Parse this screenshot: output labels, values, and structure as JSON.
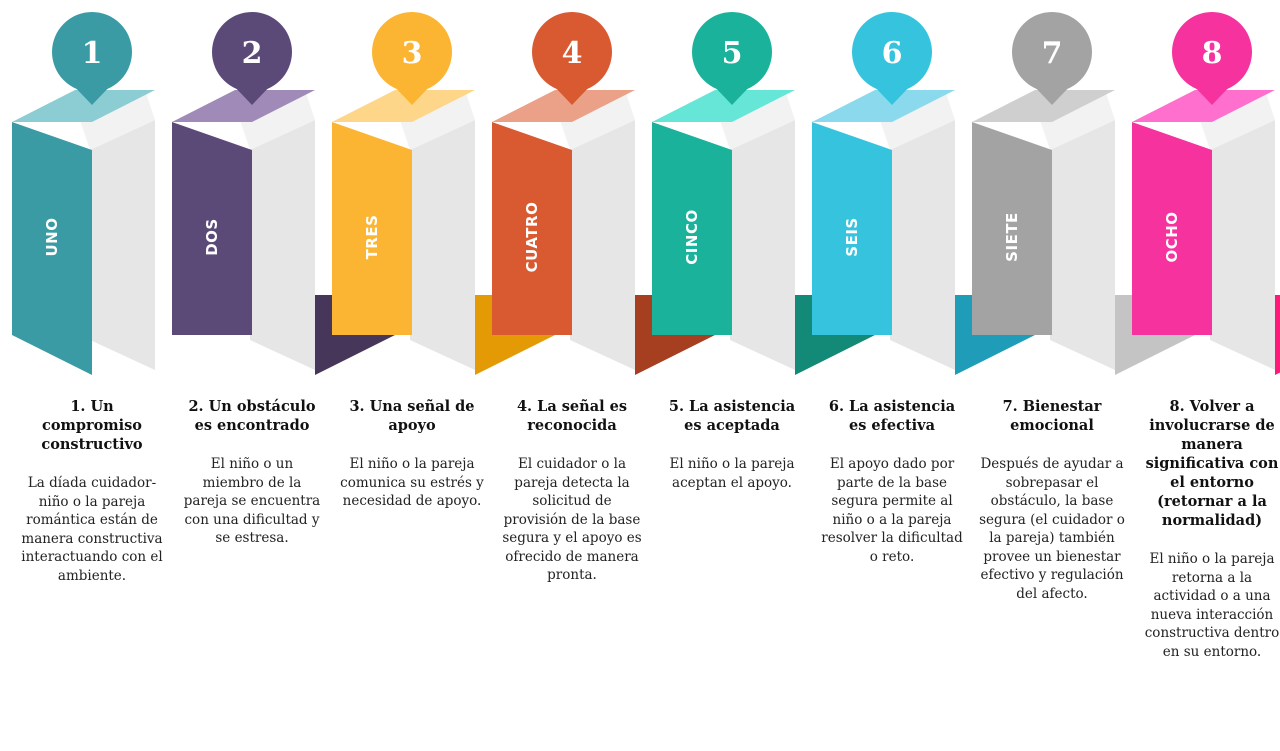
{
  "steps": [
    {
      "number": "1",
      "word": "UNO",
      "title": "1. Un compromiso constructivo",
      "body": "La díada cuidador-niño o la pareja romántica están de manera constructiva interactuando con el ambiente.",
      "colors": {
        "main": "#3a9ba4",
        "top": "#8ccdd4",
        "bottom": "#3a9ba4",
        "pin": "#3a9ba4"
      }
    },
    {
      "number": "2",
      "word": "DOS",
      "title": "2. Un obstáculo es encontrado",
      "body": "El niño o un miembro de la pareja se encuentra con una dificultad y se estresa.",
      "colors": {
        "main": "#5b4a78",
        "top": "#a08ab8",
        "bottom": "#463659",
        "pin": "#5b4a78"
      }
    },
    {
      "number": "3",
      "word": "TRES",
      "title": "3. Una señal de apoyo",
      "body": "El niño o la pareja comunica su estrés y necesidad de apoyo.",
      "colors": {
        "main": "#fbb532",
        "top": "#fdd68a",
        "bottom": "#e49a05",
        "pin": "#fbb532"
      }
    },
    {
      "number": "4",
      "word": "CUATRO",
      "title": "4. La señal es reconocida",
      "body": "El cuidador o la pareja detecta la solicitud de provisión de la base segura y el apoyo es ofrecido de manera pronta.",
      "colors": {
        "main": "#d95a30",
        "top": "#eba088",
        "bottom": "#a63f1f",
        "pin": "#d95a30"
      }
    },
    {
      "number": "5",
      "word": "CINCO",
      "title": "5. La asistencia es aceptada",
      "body": "El niño o la pareja aceptan el apoyo.",
      "colors": {
        "main": "#1ab29a",
        "top": "#66e6d6",
        "bottom": "#128a77",
        "pin": "#1ab29a"
      }
    },
    {
      "number": "6",
      "word": "SEIS",
      "title": "6. La asistencia es efectiva",
      "body": "El apoyo dado por parte de la base segura permite al niño o a la pareja resolver la dificultad o reto.",
      "colors": {
        "main": "#35c3de",
        "top": "#8ad9ec",
        "bottom": "#1f9cb8",
        "pin": "#35c3de"
      }
    },
    {
      "number": "7",
      "word": "SIETE",
      "title": "7. Bienestar emocional",
      "body": "Después de ayudar a sobrepasar el obstáculo, la base segura (el cuidador o la pareja) también provee un bienestar efectivo y regulación del afecto.",
      "colors": {
        "main": "#a3a3a3",
        "top": "#cfcfcf",
        "bottom": "#c4c4c4",
        "pin": "#a3a3a3"
      }
    },
    {
      "number": "8",
      "word": "OCHO",
      "title": "8. Volver a involucrarse de manera significativa con el entorno (retornar a la normalidad)",
      "body": "El niño o la pareja retorna a la actividad o a una nueva interacción constructiva dentro en su entorno.",
      "colors": {
        "main": "#f5329e",
        "top": "#ff6fcd",
        "bottom": "#ff1a79",
        "pin": "#f5329e"
      }
    }
  ],
  "palette": {
    "panel_face": "#e6e6e6",
    "panel_top": "#f2f2f2",
    "panel_side": "#d3d3d3"
  }
}
